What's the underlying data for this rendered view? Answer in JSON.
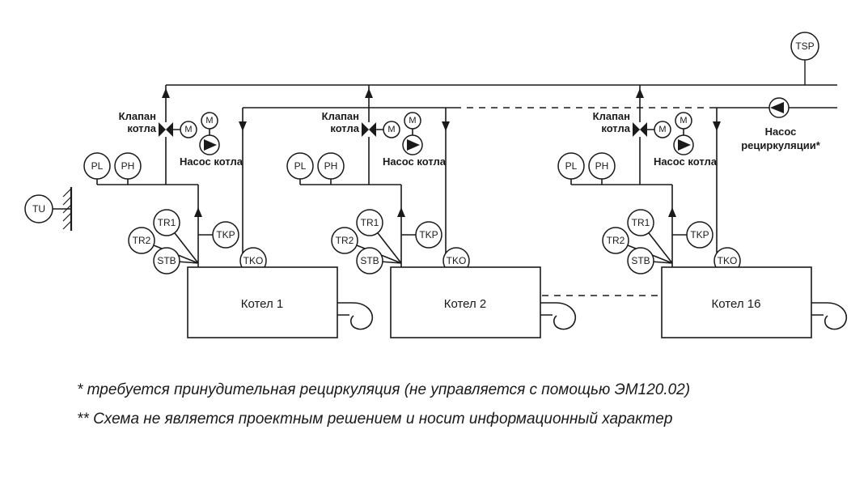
{
  "page": {
    "background": "#ffffff",
    "line_color": "#1a1a1a"
  },
  "sensors": {
    "pl": "PL",
    "ph": "PH",
    "tr1": "TR1",
    "tr2": "TR2",
    "stb": "STB",
    "tkp": "TKP",
    "tko": "TKO",
    "motor": "M",
    "tu": "TU",
    "tsp": "TSP"
  },
  "labels": {
    "valve_line1": "Клапан",
    "valve_line2": "котла",
    "boiler_pump": "Насос котла",
    "recirc_line1": "Насос",
    "recirc_line2": "рециркуляции*"
  },
  "boilers": [
    {
      "name": "Котел 1"
    },
    {
      "name": "Котел 2"
    },
    {
      "name": "Котел 16"
    }
  ],
  "footnotes": [
    "* требуется принудительная рециркуляция (не управляется с помощью ЭМ120.02)",
    "** Схема не является проектным решением и носит информационный характер"
  ]
}
